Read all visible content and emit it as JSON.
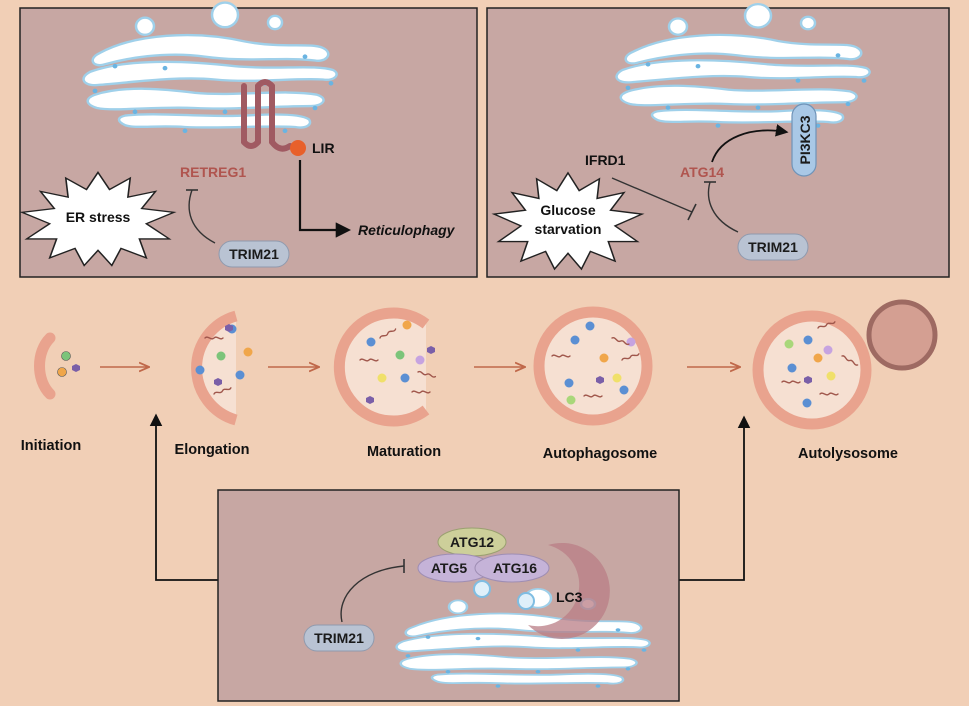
{
  "colors": {
    "background": "#f1cfb6",
    "panel": "#c7a7a3",
    "membrane": "#b9dff0",
    "protein": "#a05a62",
    "arrow_orange": "#c0684a",
    "pill_fill": "#b9c3d3"
  },
  "panel_er_stress": {
    "stimulus": "ER stress",
    "receptor": "RETREG1",
    "motif": "LIR",
    "outcome": "Reticulophagy",
    "regulator": "TRIM21"
  },
  "panel_glucose": {
    "stimulus_line1": "Glucose",
    "stimulus_line2": "starvation",
    "factor": "IFRD1",
    "target": "ATG14",
    "kinase": "PI3KC3",
    "regulator": "TRIM21"
  },
  "stages": [
    "Initiation",
    "Elongation",
    "Maturation",
    "Autophagosome",
    "Autolysosome"
  ],
  "panel_conjugation": {
    "atg12": "ATG12",
    "atg5": "ATG5",
    "atg16": "ATG16",
    "lc3": "LC3",
    "regulator": "TRIM21"
  }
}
